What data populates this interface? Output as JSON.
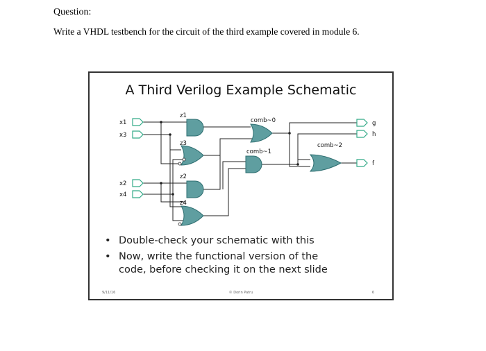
{
  "question": {
    "label": "Question:",
    "text": "Write a VHDL testbench for the circuit of the third example covered in module 6."
  },
  "slide": {
    "title": "A Third Verilog Example Schematic",
    "inputs": [
      "x1",
      "x3",
      "x2",
      "x4"
    ],
    "outputs": [
      "g",
      "h",
      "f"
    ],
    "gates": [
      "z1",
      "z3",
      "z2",
      "z4",
      "comb~0",
      "comb~1",
      "comb~2"
    ],
    "bullets": [
      "Double-check your schematic with this",
      "Now, write the functional version of the code, before checking it on the next slide"
    ],
    "footer": {
      "date": "9/11/16",
      "author": "© Dorin Patru",
      "page": "6"
    },
    "colors": {
      "gate_fill": "#5f9ea0",
      "gate_stroke": "#2e6e70",
      "wire": "#222222"
    }
  }
}
